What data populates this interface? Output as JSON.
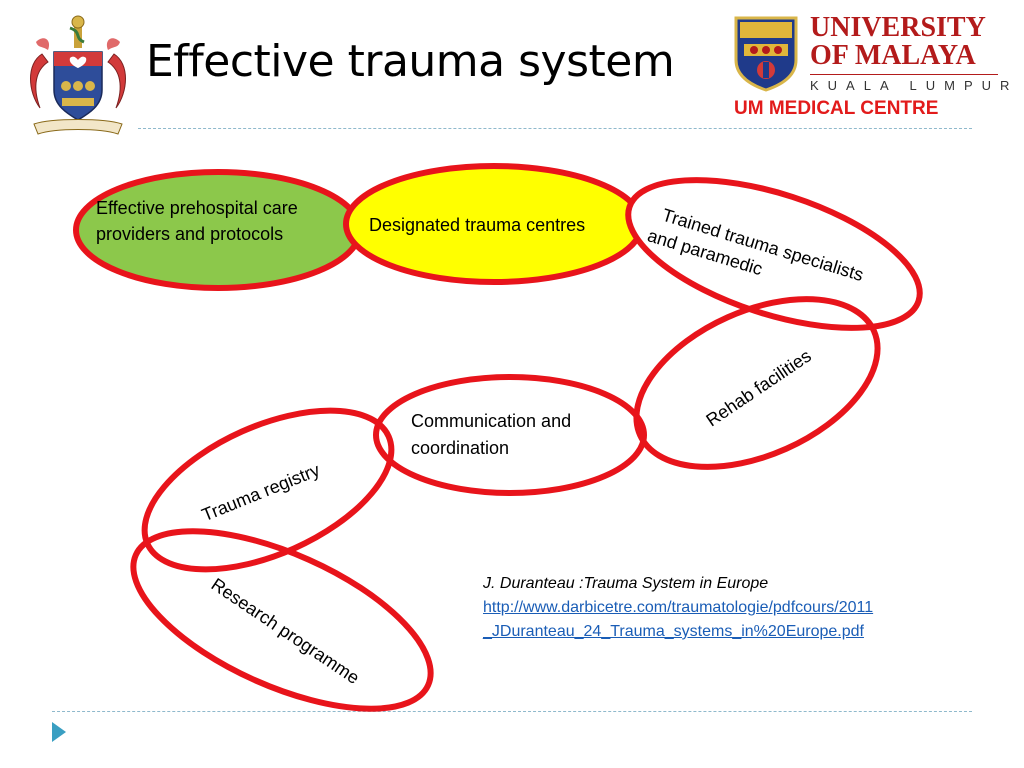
{
  "slide": {
    "title": "Effective trauma system"
  },
  "logo": {
    "name_line1": "UNIVERSITY",
    "name_line2": "OF MALAYA",
    "city": "KUALA LUMPUR",
    "centre": "UM MEDICAL CENTRE"
  },
  "diagram": {
    "nodes": [
      {
        "id": "prehospital",
        "lines": [
          "Effective prehospital care",
          "providers and protocols"
        ],
        "fill": "#8cc84b"
      },
      {
        "id": "designated",
        "lines": [
          "Designated trauma centres"
        ],
        "fill": "#ffff00"
      },
      {
        "id": "specialists",
        "lines": [
          "Trained trauma specialists",
          "and paramedic"
        ],
        "fill": "#ffffff"
      },
      {
        "id": "rehab",
        "lines": [
          "Rehab facilities"
        ],
        "fill": "#ffffff"
      },
      {
        "id": "communication",
        "lines": [
          "Communication and",
          "coordination"
        ],
        "fill": "#ffffff"
      },
      {
        "id": "registry",
        "lines": [
          "Trauma registry"
        ],
        "fill": "#ffffff"
      },
      {
        "id": "research",
        "lines": [
          "Research programme"
        ],
        "fill": "#ffffff"
      }
    ],
    "ring_color": "#e8141b"
  },
  "reference": {
    "author": "J. Duranteau :Trauma System in Europe",
    "link_line1": "http://www.darbicetre.com/traumatologie/pdfcours/2011",
    "link_line2": "_JDuranteau_24_Trauma_systems_in%20Europe.pdf"
  }
}
